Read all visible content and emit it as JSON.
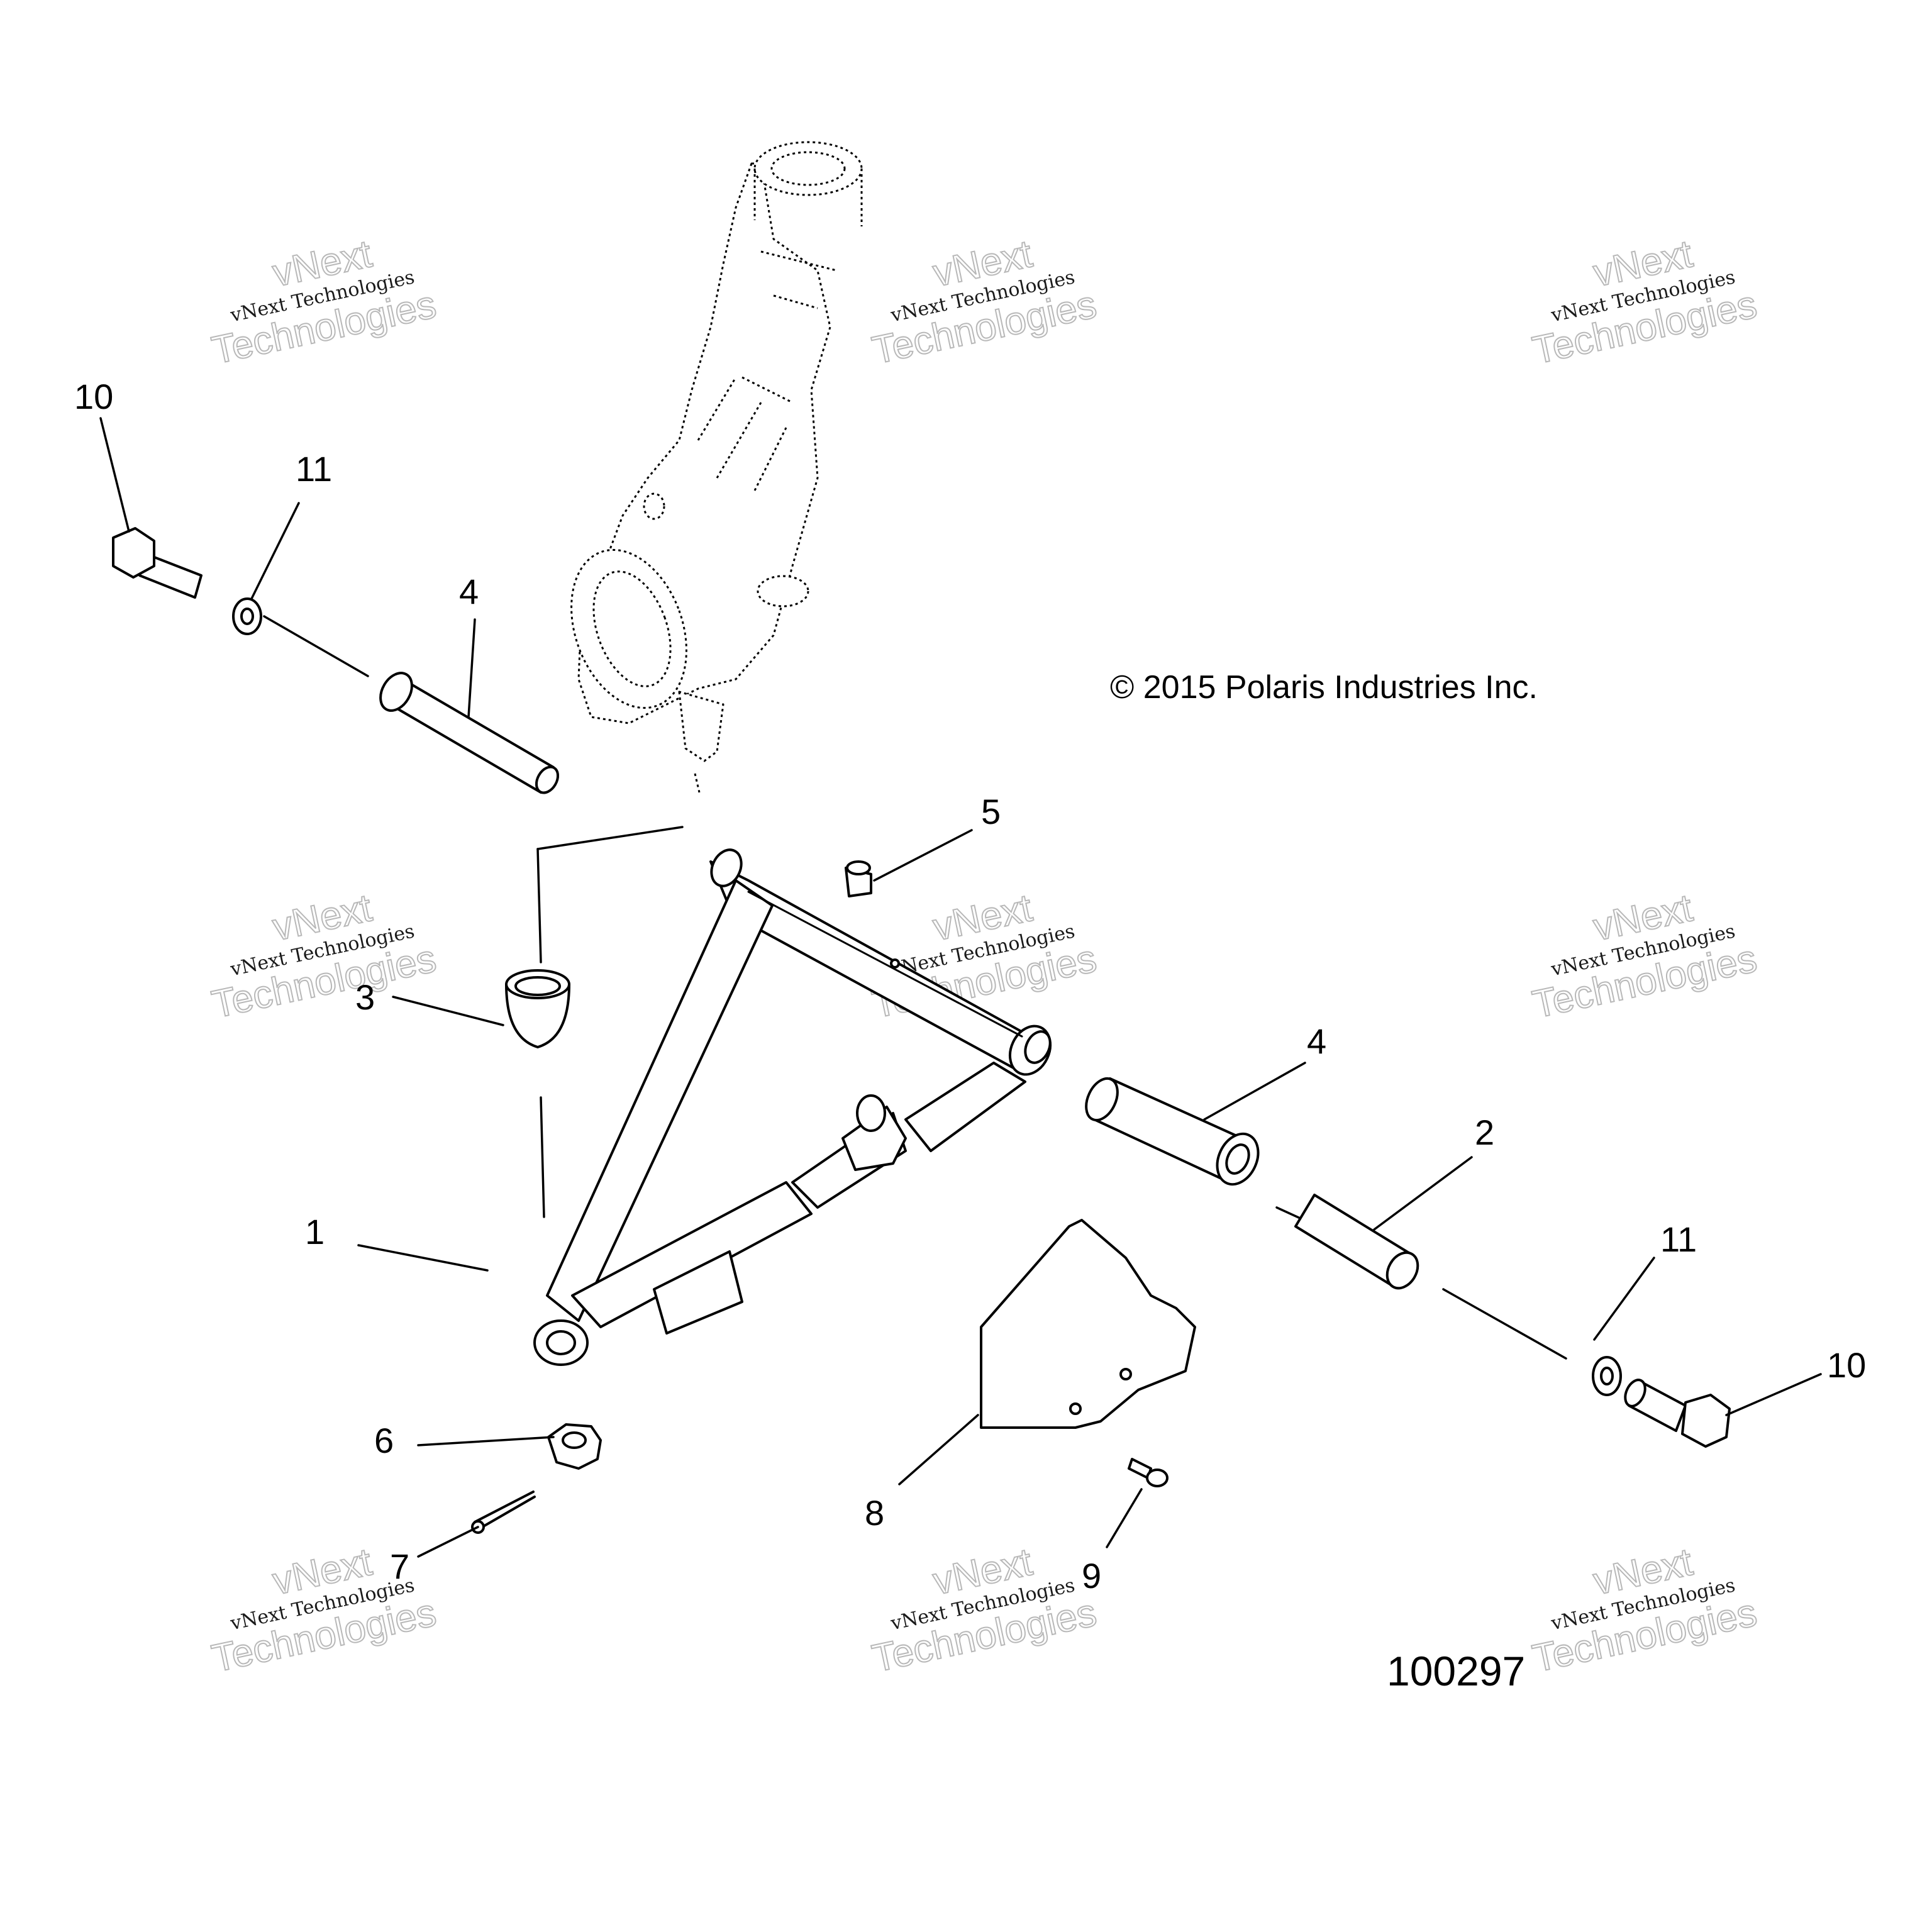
{
  "copyright": "© 2015 Polaris Industries Inc.",
  "drawing_number": "100297",
  "watermark": {
    "line_small": "vNext Technologies",
    "line_top": "vNext",
    "line_bottom": "Technologies"
  },
  "callouts": {
    "c1": "1",
    "c2": "2",
    "c3": "3",
    "c4a": "4",
    "c4b": "4",
    "c5": "5",
    "c6": "6",
    "c7": "7",
    "c8": "8",
    "c9": "9",
    "c10a": "10",
    "c10b": "10",
    "c11a": "11",
    "c11b": "11"
  }
}
